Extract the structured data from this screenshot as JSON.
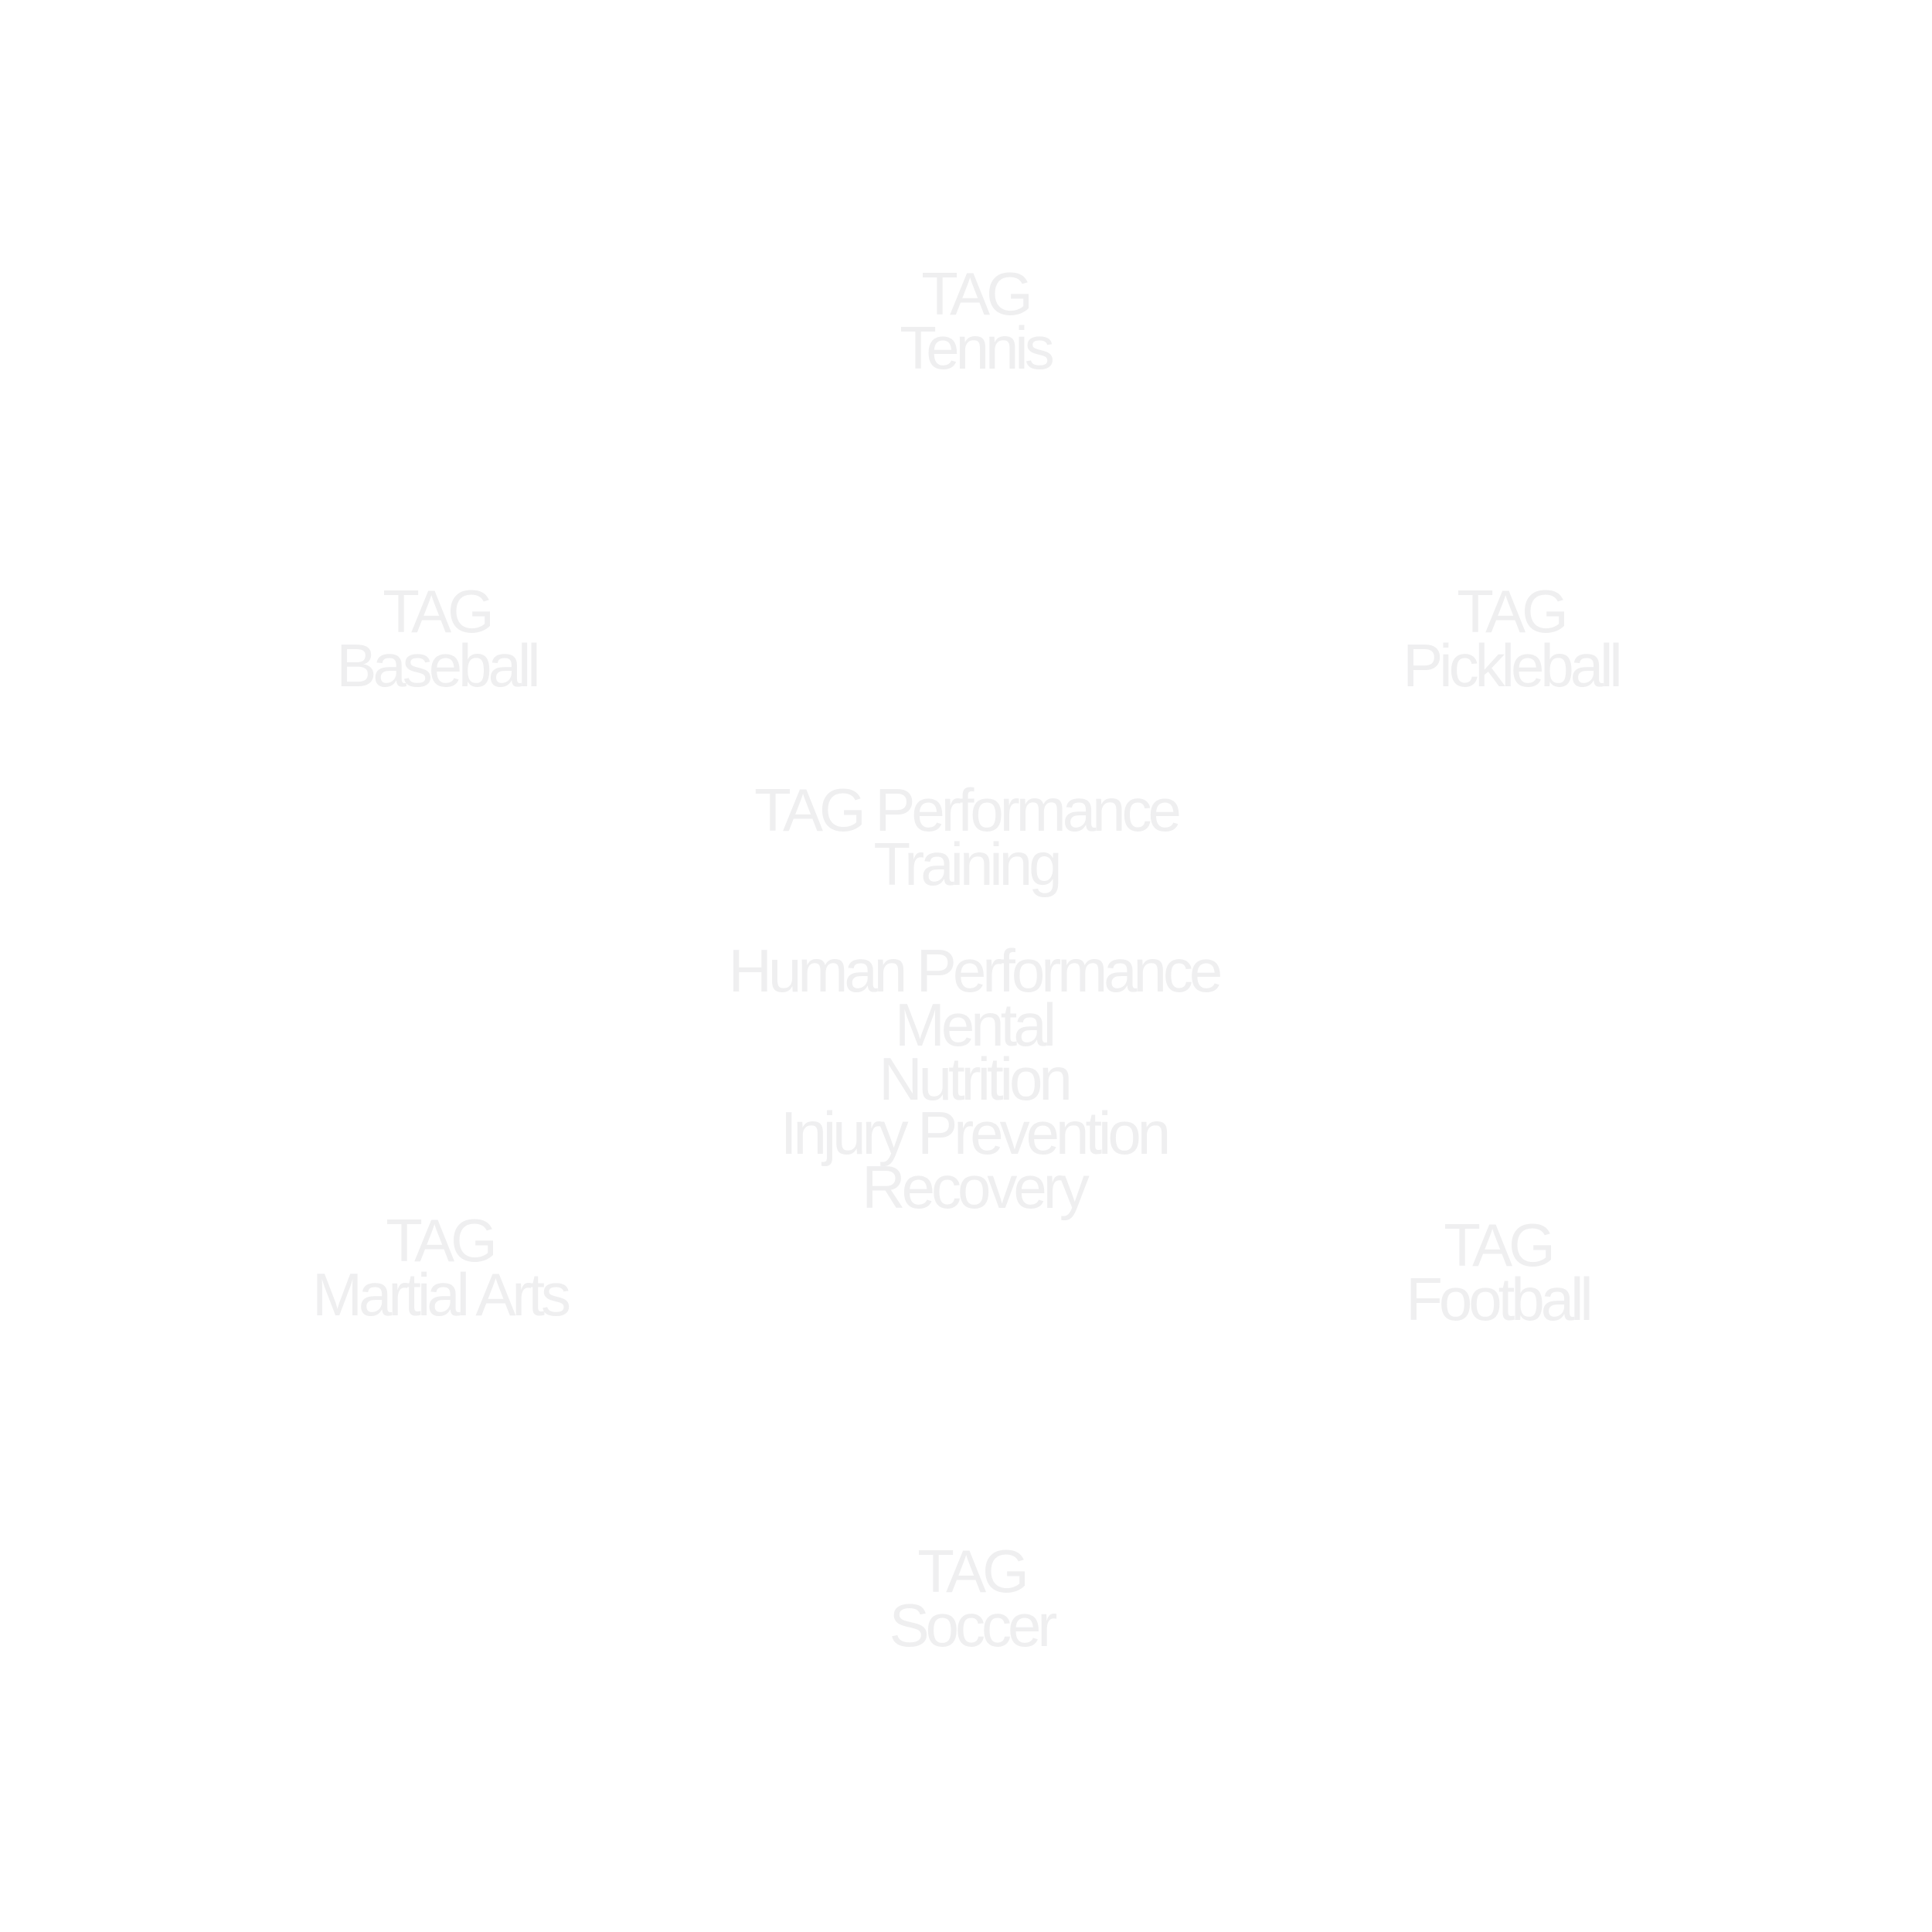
{
  "colors": {
    "background": "#ffffff",
    "text": "#efeff0"
  },
  "center": {
    "line1": "TAG Performance",
    "line2": "Training"
  },
  "pillars": [
    "Human Performance",
    "Mental",
    "Nutrition",
    "Injury Prevention",
    "Recovery"
  ],
  "sports": {
    "tennis": {
      "prefix": "TAG",
      "name": "Tennis"
    },
    "baseball": {
      "prefix": "TAG",
      "name": "Baseball"
    },
    "pickleball": {
      "prefix": "TAG",
      "name": "Pickleball"
    },
    "martial_arts": {
      "prefix": "TAG",
      "name": "Martial Arts"
    },
    "football": {
      "prefix": "TAG",
      "name": "Football"
    },
    "soccer": {
      "prefix": "TAG",
      "name": "Soccer"
    }
  }
}
